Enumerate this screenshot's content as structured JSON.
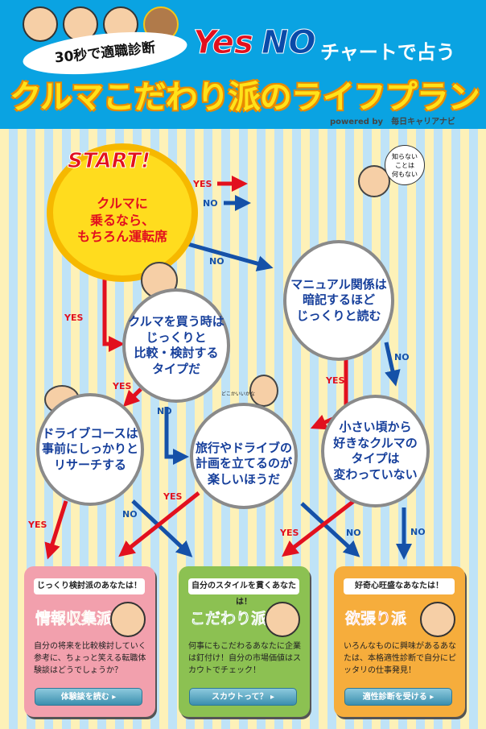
{
  "header": {
    "tagline": "30秒で適職診断",
    "yes": "Yes",
    "no": "NO",
    "chart_label": "チャートで占う",
    "title": "クルマこだわり派のライフプラン",
    "powered_by": "powered by　毎日キャリアナビ"
  },
  "legend": {
    "yes": "YES",
    "no": "NO"
  },
  "start": {
    "label": "START!",
    "question": "クルマに\n乗るなら、\nもちろん運転席"
  },
  "questions": [
    "マニュアル関係は\n暗記するほど\nじっくりと読む",
    "クルマを買う時は\nじっくりと\n比較・検討する\nタイプだ",
    "ドライブコースは\n事前にしっかりと\nリサーチする",
    "旅行やドライブの\n計画を立てるのが\n楽しいほうだ",
    "小さい頃から\n好きなクルマの\nタイプは\n変わっていない"
  ],
  "speech_bubble": "知らない\nことは\n何もない",
  "small_caption": "どこかいいかな",
  "arrow_labels": {
    "yes": "YES",
    "no": "NO"
  },
  "colors": {
    "header": "#0aa3e2",
    "yes": "#e2101e",
    "no": "#1551a8",
    "card_pink": "#f2a0ad",
    "card_green": "#8cc152",
    "card_orange": "#f6ad3c"
  },
  "results": [
    {
      "heading": "じっくり検討派のあなたは！",
      "type": "情報収集派",
      "description": "自分の将来を比較検討していく参考に、ちょっと笑える転職体験談はどうでしょうか？",
      "button": "体験談を読む ▸"
    },
    {
      "heading": "自分のスタイルを貫くあなたは！",
      "type": "こだわり派",
      "description": "何事にもこだわるあなたに企業は釘付け！自分の市場価値はスカウトでチェック！",
      "button": "スカウトって？ ▸"
    },
    {
      "heading": "好奇心旺盛なあなたは！",
      "type": "欲張り派",
      "description": "いろんなものに興味があるあなたは、本格適性診断で自分にピッタリの仕事発見！",
      "button": "適性診断を受ける ▸"
    }
  ]
}
